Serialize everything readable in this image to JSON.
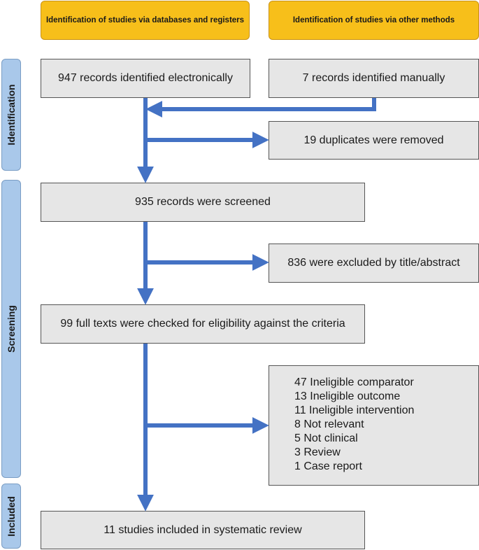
{
  "sources": {
    "databases": "Identification of studies via databases and registers",
    "other": "Identification of studies via other methods"
  },
  "phases": {
    "identification": "Identification",
    "screening": "Screening",
    "included": "Included"
  },
  "boxes": {
    "electronic": "947 records identified electronically",
    "manual": "7 records identified manually",
    "duplicates": "19 duplicates were removed",
    "screened": "935 records were screened",
    "excluded_title": "836 were excluded by title/abstract",
    "full_texts": "99 full texts were checked for eligibility against the criteria",
    "included": "11 studies included in systematic review"
  },
  "exclusion_reasons": [
    "47 Ineligible comparator",
    "13 Ineligible outcome",
    "11 Ineligible intervention",
    "8 Not relevant",
    "5 Not clinical",
    "3 Review",
    "1 Case report"
  ],
  "colors": {
    "source_header": "#f7bf1a",
    "phase_label": "#a9c8ea",
    "box_fill": "#e6e6e6",
    "arrow": "#4472c4"
  }
}
